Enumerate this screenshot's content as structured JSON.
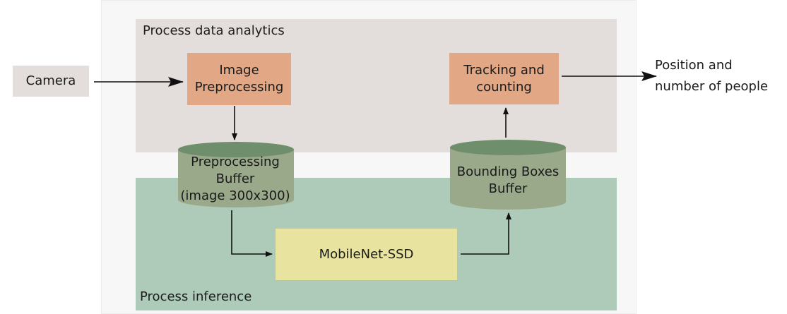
{
  "regions": {
    "analytics_label": "Process data analytics",
    "inference_label": "Process inference"
  },
  "nodes": {
    "camera": "Camera",
    "image_preprocessing": [
      "Image",
      "Preprocessing"
    ],
    "tracking": [
      "Tracking and",
      "counting"
    ],
    "mobilenet": "MobileNet-SSD",
    "preprocessing_buffer": [
      "Preprocessing",
      "Buffer",
      "(image 300x300)"
    ],
    "bounding_boxes_buffer": [
      "Bounding Boxes",
      "Buffer"
    ],
    "output": [
      "Position and",
      "number of people"
    ]
  },
  "colors": {
    "analytics_region": "#e3dedb",
    "inference_region": "#adcbb8",
    "process_box": "#e2a886",
    "model_box": "#e8e39e",
    "buffer_body": "#9aa98a",
    "buffer_top": "#6f8f6c"
  }
}
